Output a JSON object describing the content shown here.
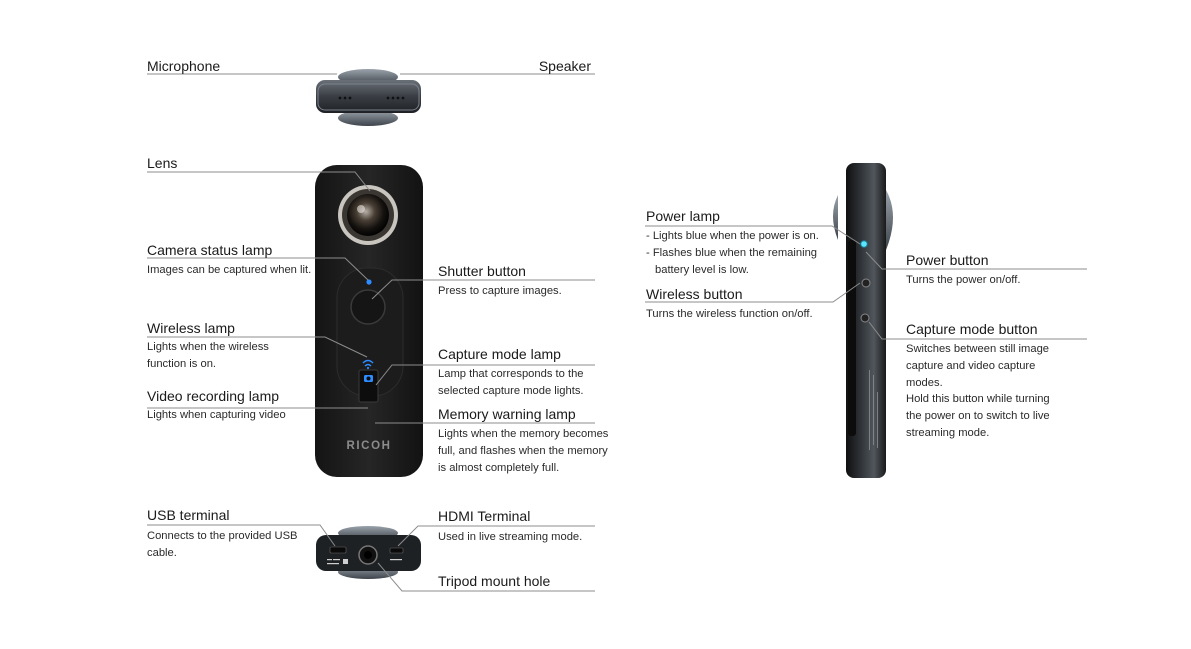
{
  "top_view": {
    "microphone": {
      "title": "Microphone"
    },
    "speaker": {
      "title": "Speaker"
    }
  },
  "front_view": {
    "lens": {
      "title": "Lens"
    },
    "camera_status_lamp": {
      "title": "Camera status lamp",
      "desc": "Images can be captured when lit."
    },
    "wireless_lamp": {
      "title": "Wireless lamp",
      "desc": "Lights when the wireless function is on."
    },
    "video_recording_lamp": {
      "title": "Video recording lamp",
      "desc": "Lights when capturing video"
    },
    "shutter_button": {
      "title": "Shutter button",
      "desc": "Press to capture images."
    },
    "capture_mode_lamp": {
      "title": "Capture mode lamp",
      "desc": "Lamp that corresponds to the selected capture mode lights."
    },
    "memory_warning_lamp": {
      "title": "Memory warning lamp",
      "desc": "Lights when the memory becomes full, and flashes when the memory is almost completely full."
    },
    "brand": "RICOH"
  },
  "bottom_view": {
    "usb_terminal": {
      "title": "USB terminal",
      "desc": "Connects to the provided USB cable."
    },
    "hdmi_terminal": {
      "title": "HDMI Terminal",
      "desc": "Used in live streaming mode."
    },
    "tripod_mount_hole": {
      "title": "Tripod mount hole"
    }
  },
  "side_view": {
    "power_lamp": {
      "title": "Power lamp",
      "desc_lines": [
        "- Lights blue when the power is on.",
        "- Flashes blue when the remaining",
        "battery level is low."
      ]
    },
    "wireless_button": {
      "title": "Wireless button",
      "desc": "Turns the wireless function on/off."
    },
    "power_button": {
      "title": "Power button",
      "desc": "Turns the power on/off."
    },
    "capture_mode_button": {
      "title": "Capture mode button",
      "desc": "Switches between still image capture and video capture modes.",
      "desc2": "Hold this button while turning the power on to switch to live streaming mode."
    }
  }
}
